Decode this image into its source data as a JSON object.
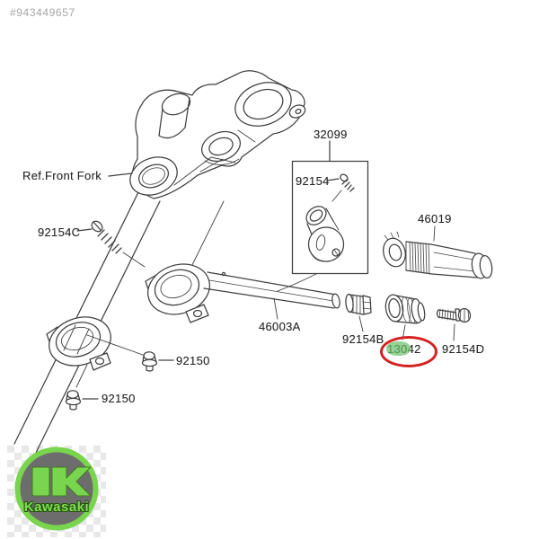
{
  "watermark": "#943449657",
  "labels": {
    "ref_front_fork": "Ref.Front Fork",
    "screw_92154c": "92154C",
    "box_32099": "32099",
    "screw_92154": "92154",
    "grip_46019": "46019",
    "pipe_46003a": "46003A",
    "plug_92154b": "92154B",
    "weight_13042": "13042",
    "screw_92154d": "92154D",
    "bolt_92150_upper": "92150",
    "bolt_92150_lower": "92150"
  },
  "highlight": {
    "circled_part": "13042",
    "ring_color": "#d42222",
    "marker_color": "#6ec06e"
  },
  "logo": {
    "brand": "Kawasaki",
    "green": "#79d44e",
    "gray": "#6d6d6d"
  },
  "colors": {
    "line": "#404040",
    "label_text": "#262626",
    "watermark_text": "#a6a6a6",
    "background": "#ffffff"
  }
}
